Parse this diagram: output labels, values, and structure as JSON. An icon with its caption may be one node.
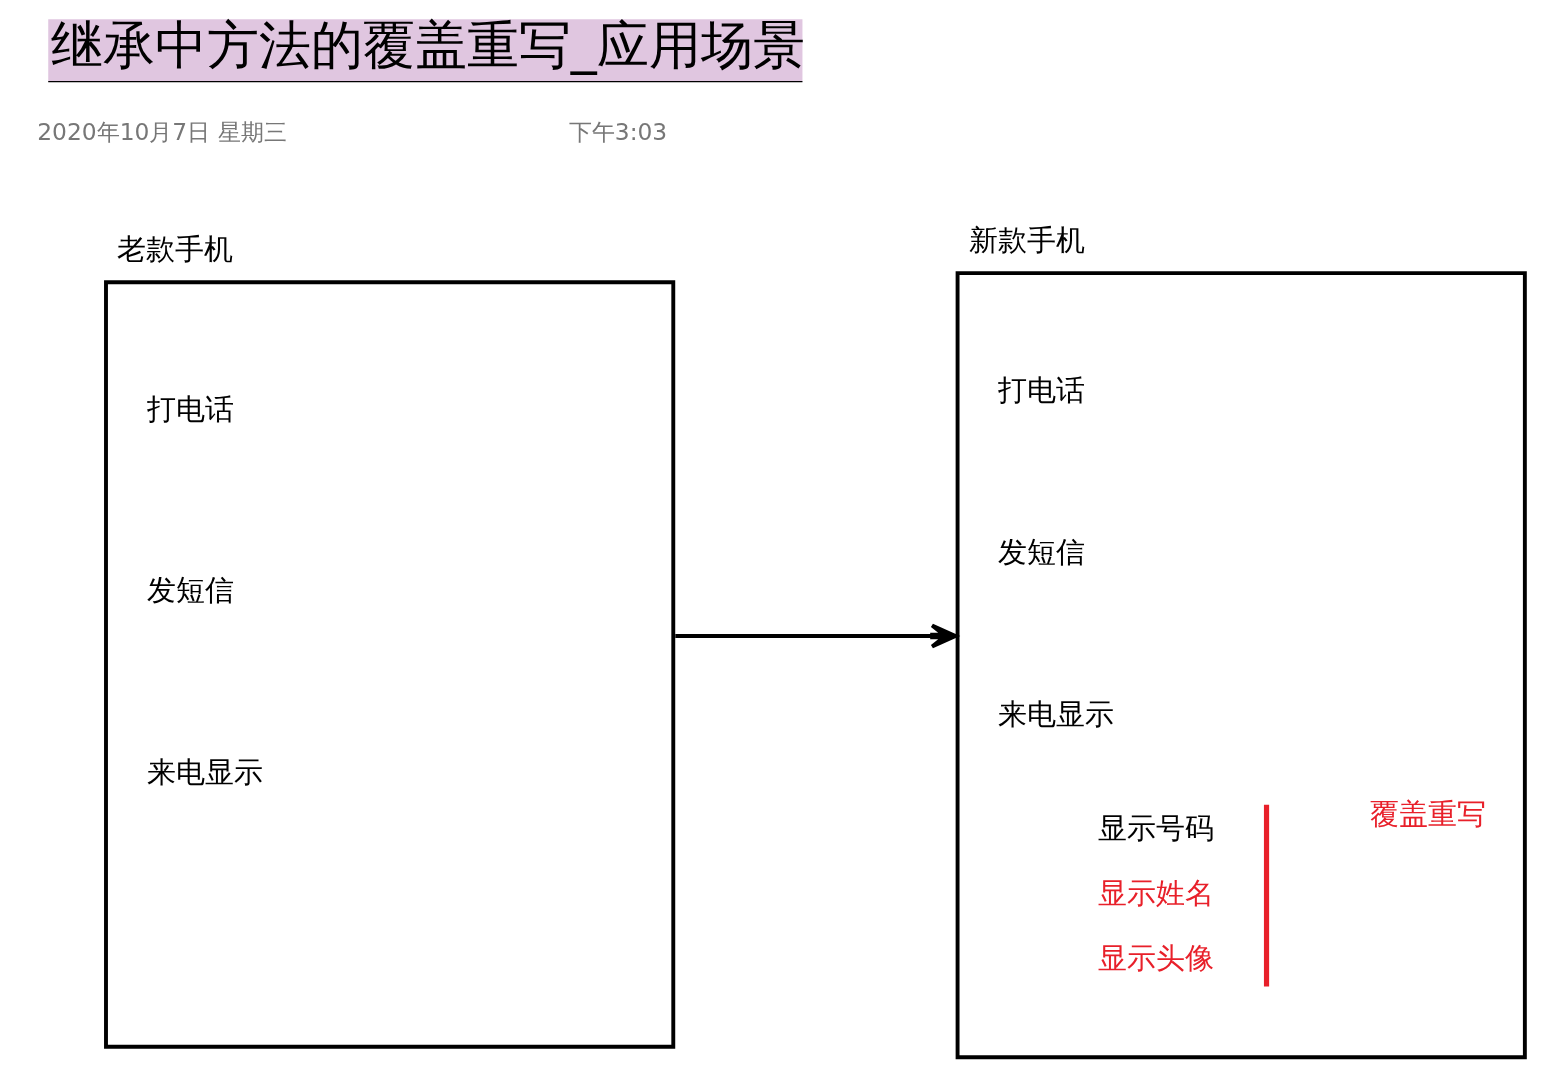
{
  "diagram": {
    "title": "继承中方法的覆盖重写_应用场景",
    "nodes": [
      {
        "text": [
          "老款手机",
          "打电话",
          "发短信",
          "来电显示"
        ]
      },
      {
        "text": [
          "新款手机",
          "打电话",
          "发短信",
          "来电显示",
          "显示号码",
          "显示姓名",
          "显示头像",
          "覆盖重写"
        ]
      }
    ],
    "edges": [
      {
        "from": 0,
        "to": 1,
        "arrow": "to"
      }
    ],
    "labels": [
      "2020年10月7日 星期三",
      "下午3:03"
    ]
  }
}
